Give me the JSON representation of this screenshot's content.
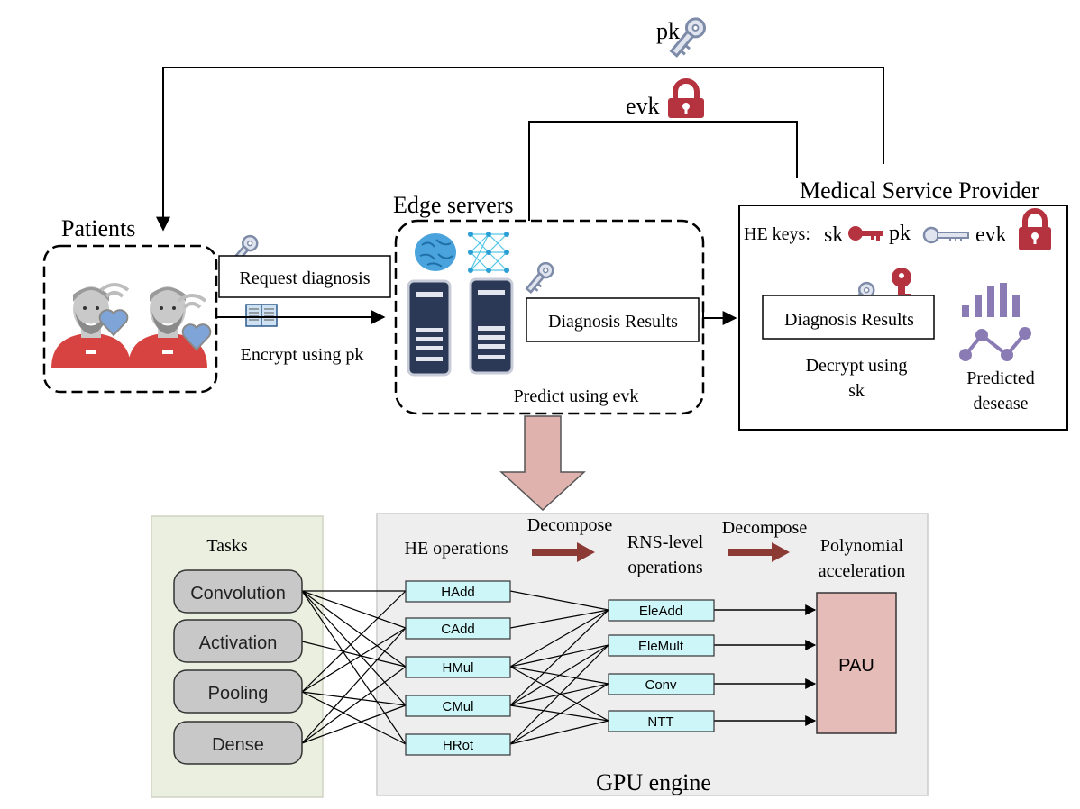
{
  "top": {
    "pk_label": "pk",
    "evk_label": "evk"
  },
  "patients": {
    "title": "Patients"
  },
  "request": {
    "label": "Request diagnosis",
    "encrypt_label": "Encrypt using pk"
  },
  "edge": {
    "title": "Edge servers",
    "results_label": "Diagnosis Results",
    "predict_label": "Predict using evk"
  },
  "provider": {
    "title": "Medical Service Provider",
    "keys_label": "HE keys:",
    "sk_label": "sk",
    "pk_label": "pk",
    "evk_label": "evk",
    "results_label": "Diagnosis Results",
    "decrypt_line1": "Decrypt using",
    "decrypt_line2": "sk",
    "predicted_line1": "Predicted",
    "predicted_line2": "desease"
  },
  "tasks": {
    "title": "Tasks",
    "items": [
      "Convolution",
      "Activation",
      "Pooling",
      "Dense"
    ]
  },
  "gpu": {
    "title": "GPU engine",
    "he_title": "HE operations",
    "decompose1": "Decompose",
    "rns_line1": "RNS-level",
    "rns_line2": "operations",
    "decompose2": "Decompose",
    "poly_line1": "Polynomial",
    "poly_line2": "acceleration",
    "he_ops": [
      "HAdd",
      "CAdd",
      "HMul",
      "CMul",
      "HRot"
    ],
    "rns_ops": [
      "EleAdd",
      "EleMult",
      "Conv",
      "NTT"
    ],
    "pau_label": "PAU"
  },
  "colors": {
    "lock_red": "#b5323f",
    "key_blue": "#7d8ba8",
    "he_box": "#ccf6f8",
    "task_box": "#c8c8c8",
    "tasks_panel": "#ebefdf",
    "gpu_panel": "#eeeeee",
    "pau_box": "#e6bcb8",
    "big_arrow": "#dfb2ae",
    "decompose_arrow": "#8c3a34",
    "server": "#2b3957",
    "brain": "#4aa3dc",
    "chart_purple": "#8a7bb5"
  }
}
